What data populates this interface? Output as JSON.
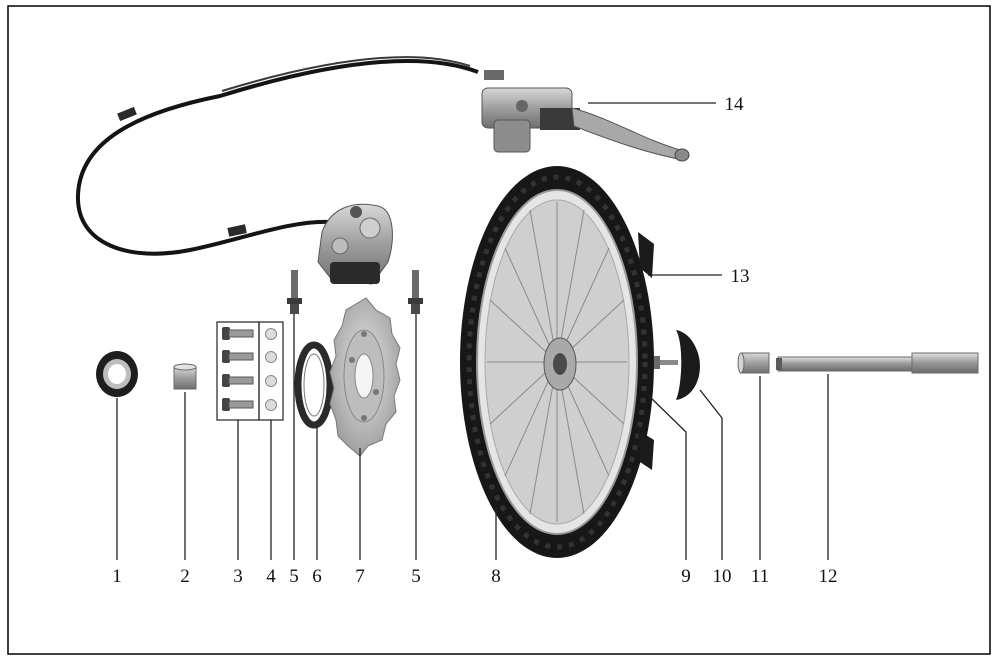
{
  "callouts": {
    "c1": "1",
    "c2": "2",
    "c3": "3",
    "c4": "4",
    "c5a": "5",
    "c6": "6",
    "c7": "7",
    "c5b": "5",
    "c8": "8",
    "c9": "9",
    "c10": "10",
    "c11": "11",
    "c12": "12",
    "c13": "13",
    "c14": "14"
  },
  "colors": {
    "frame": "#000000",
    "leader": "#222222",
    "metal": "#a9a9a9",
    "dark_metal": "#5a5a5a",
    "rubber": "#1b1b1b",
    "hose": "#141414"
  }
}
